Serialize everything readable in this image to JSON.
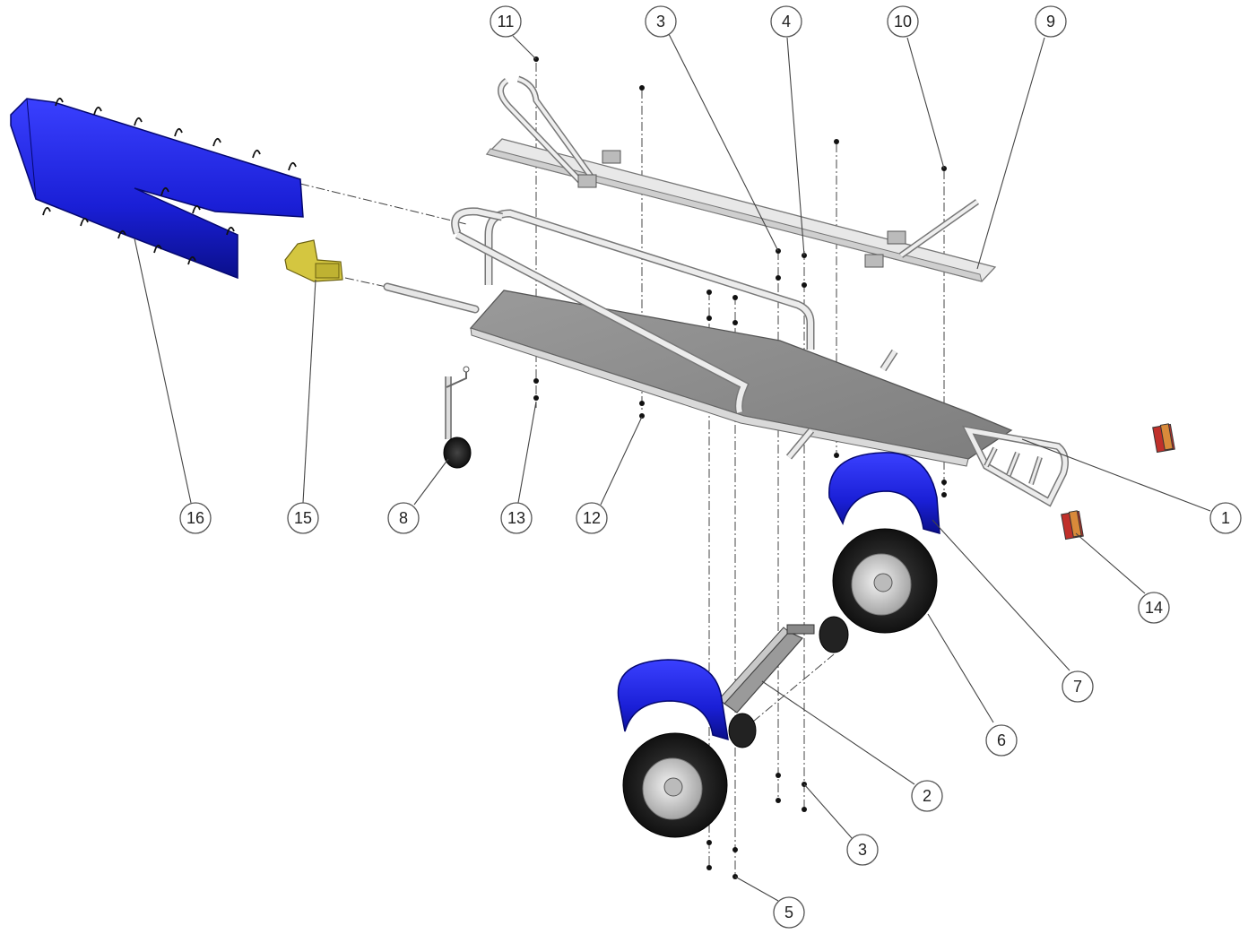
{
  "balloons": [
    {
      "id": "b16",
      "label": "16"
    },
    {
      "id": "b15",
      "label": "15"
    },
    {
      "id": "b8",
      "label": "8"
    },
    {
      "id": "b13",
      "label": "13"
    },
    {
      "id": "b12",
      "label": "12"
    },
    {
      "id": "b1",
      "label": "1"
    },
    {
      "id": "b11",
      "label": "11"
    },
    {
      "id": "b3a",
      "label": "3"
    },
    {
      "id": "b4",
      "label": "4"
    },
    {
      "id": "b10",
      "label": "10"
    },
    {
      "id": "b9",
      "label": "9"
    },
    {
      "id": "b14",
      "label": "14"
    },
    {
      "id": "b7",
      "label": "7"
    },
    {
      "id": "b6",
      "label": "6"
    },
    {
      "id": "b2",
      "label": "2"
    },
    {
      "id": "b3b",
      "label": "3"
    },
    {
      "id": "b5",
      "label": "5"
    }
  ],
  "colors": {
    "fender": "#1a1fd6",
    "fender_dark": "#0a0f8a",
    "deck": "#8c8c8c",
    "frame": "#e6e6e6",
    "frame_edge": "#777777",
    "coupling": "#d4c640",
    "tire": "#1b1b1b",
    "light_red": "#c0302a",
    "light_amber": "#d98a3a"
  }
}
